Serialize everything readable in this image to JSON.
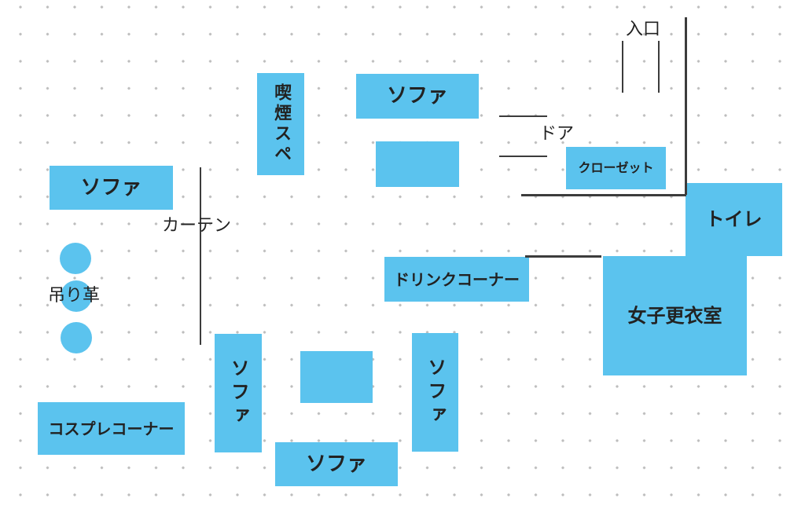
{
  "colors": {
    "background": "#ffffff",
    "area_fill": "#5bc3ee",
    "line": "#3c3c3c",
    "text": "#222222",
    "grid_dot": "#bdbdbd"
  },
  "areas": {
    "sofa_left": {
      "label": "ソファ"
    },
    "smoking_space": {
      "label": "喫煙スペ"
    },
    "sofa_top": {
      "label": "ソファ"
    },
    "closet": {
      "label": "クローゼット"
    },
    "toilet": {
      "label": "トイレ"
    },
    "drink_corner": {
      "label": "ドリンクコーナー"
    },
    "womens_changing_room": {
      "label": "女子更衣室"
    },
    "cosplay_corner": {
      "label": "コスプレコーナー"
    },
    "sofa_vertical_left": {
      "label": "ソファ"
    },
    "sofa_bottom": {
      "label": "ソファ"
    },
    "sofa_vertical_right": {
      "label": "ソファ"
    }
  },
  "annotations": {
    "entrance": "入口",
    "door": "ドア",
    "curtain": "カーテン",
    "hanging_strap": "吊り革"
  }
}
